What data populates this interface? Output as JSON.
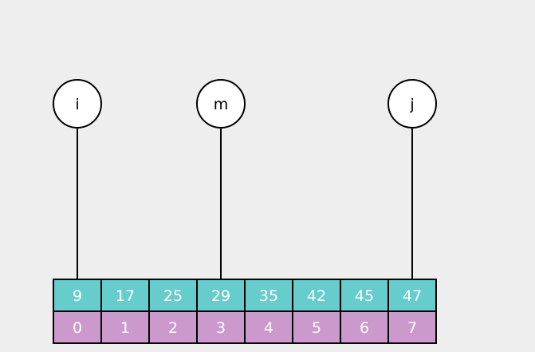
{
  "array": {
    "values": [
      "9",
      "17",
      "25",
      "29",
      "35",
      "42",
      "45",
      "47"
    ],
    "indices": [
      "0",
      "1",
      "2",
      "3",
      "4",
      "5",
      "6",
      "7"
    ],
    "value_color": "#66cccc",
    "index_color": "#cc99cc"
  },
  "pointers": [
    {
      "label": "i",
      "target_index": 0
    },
    {
      "label": "m",
      "target_index": 3
    },
    {
      "label": "j",
      "target_index": 7
    }
  ],
  "colors": {
    "background": "#eeeeee",
    "stroke": "#000000",
    "node_fill": "#ffffff",
    "cell_text": "#ffffff"
  }
}
